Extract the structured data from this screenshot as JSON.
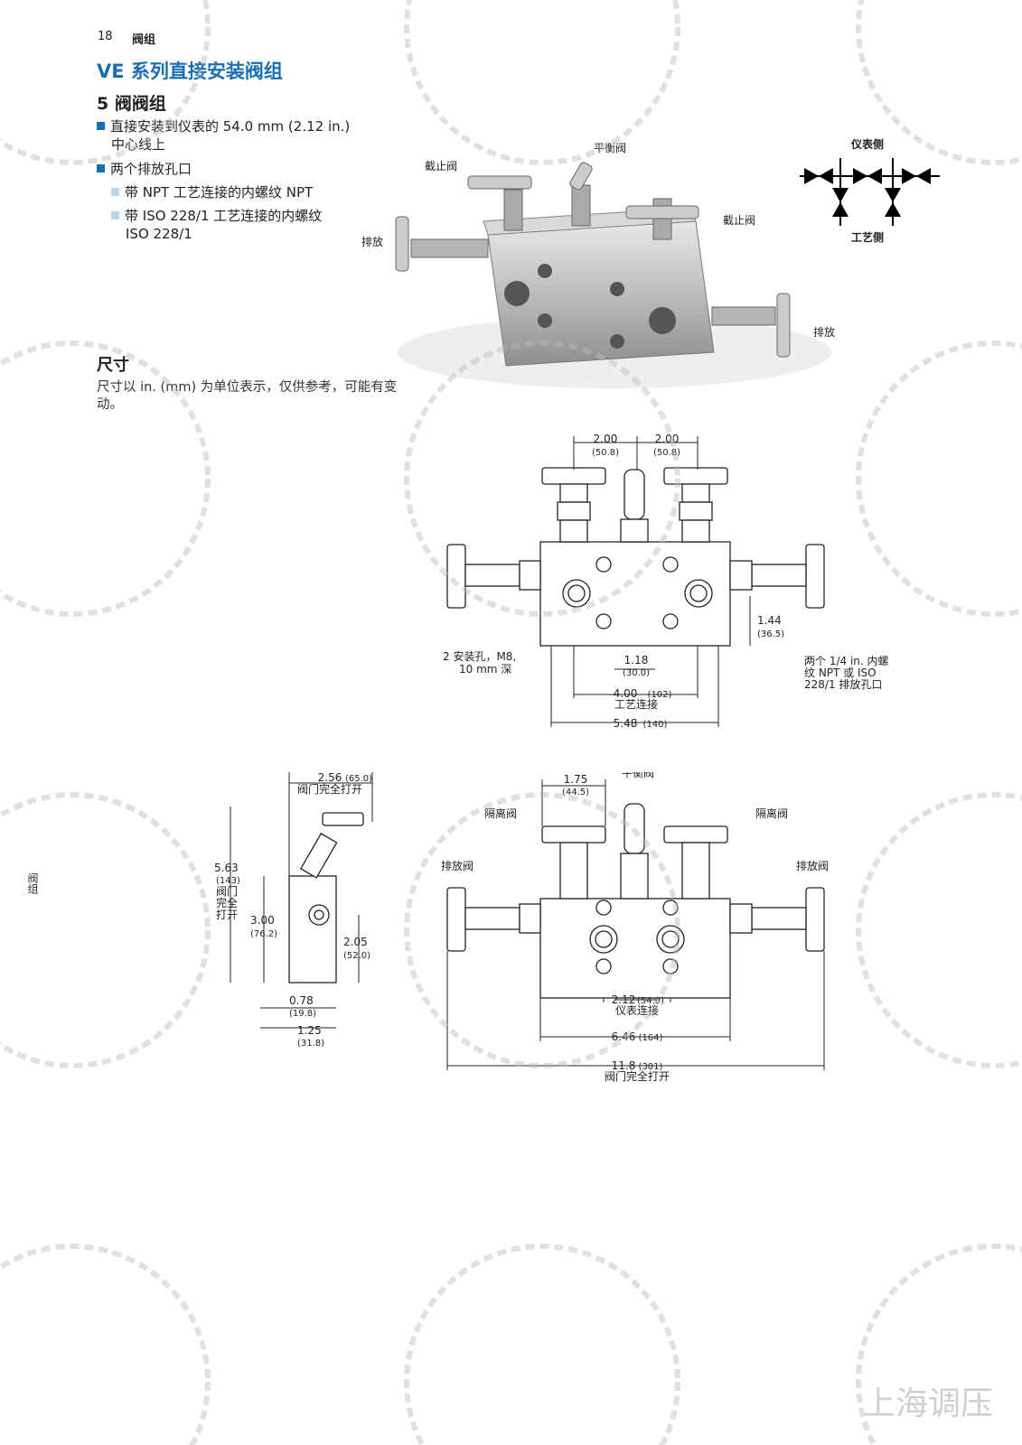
{
  "header": {
    "page_number": "18",
    "section": "阀组"
  },
  "title": "VE 系列直接安装阀组",
  "subtitle": "5 阀阀组",
  "bullets": [
    {
      "text_line1": "直接安装到仪表的 54.0 mm (2.12 in.)",
      "text_line2": "中心线上"
    },
    {
      "text": "两个排放孔口"
    }
  ],
  "sub_bullets": [
    {
      "text": "带 NPT 工艺连接的内螺纹 NPT"
    },
    {
      "text_line1": "带 ISO 228/1 工艺连接的内螺纹",
      "text_line2": "ISO 228/1"
    }
  ],
  "photo_labels": {
    "balance": "平衡阀",
    "block_left": "截止阀",
    "block_right": "截止阀",
    "vent_left": "排放",
    "vent_right": "排放"
  },
  "schematic": {
    "top": "仪表侧",
    "bottom": "工艺侧"
  },
  "dimensions_section": {
    "title": "尺寸",
    "note": "尺寸以 in. (mm) 为单位表示，仅供参考，可能有变动。"
  },
  "side_tab": "阀组",
  "front_view": {
    "dim_a": {
      "in": "2.00",
      "mm": "(50.8)"
    },
    "dim_b": {
      "in": "2.00",
      "mm": "(50.8)"
    },
    "dim_144": {
      "in": "1.44",
      "mm": "(36.5)"
    },
    "dim_118": {
      "in": "1.18",
      "mm": "(30.0)"
    },
    "dim_400": {
      "in": "4.00",
      "mm": "(102)",
      "label": "工艺连接"
    },
    "dim_548": {
      "in": "5.48",
      "mm": "(140)"
    },
    "mount_note_1": "2 安装孔，M8,",
    "mount_note_2": "10 mm 深",
    "vent_note_1": "两个 1/4 in. 内螺",
    "vent_note_2": "纹 NPT 或 ISO",
    "vent_note_3": "228/1 排放孔口"
  },
  "side_view": {
    "dim_256": {
      "in": "2.56",
      "mm": "(65.0)",
      "label": "阀门完全打开"
    },
    "dim_563": {
      "in": "5.63",
      "mm": "(143)",
      "label_1": "阀门",
      "label_2": "完全",
      "label_3": "打开"
    },
    "dim_300": {
      "in": "3.00",
      "mm": "(76.2)"
    },
    "dim_205": {
      "in": "2.05",
      "mm": "(52.0)"
    },
    "dim_078": {
      "in": "0.78",
      "mm": "(19.8)"
    },
    "dim_125": {
      "in": "1.25",
      "mm": "(31.8)"
    }
  },
  "rear_view": {
    "dim_175": {
      "in": "1.75",
      "mm": "(44.5)"
    },
    "balance": "平衡阀",
    "isolate_left": "隔离阀",
    "isolate_right": "隔离阀",
    "vent_left": "排放阀",
    "vent_right": "排放阀",
    "dim_212": {
      "in": "2.12",
      "mm": "(54.0)",
      "label": "仪表连接"
    },
    "dim_646": {
      "in": "6.46",
      "mm": "(164)"
    },
    "dim_118": {
      "in": "11.8",
      "mm": "(301)",
      "label": "阀门完全打开"
    }
  },
  "watermark": "上海调压"
}
